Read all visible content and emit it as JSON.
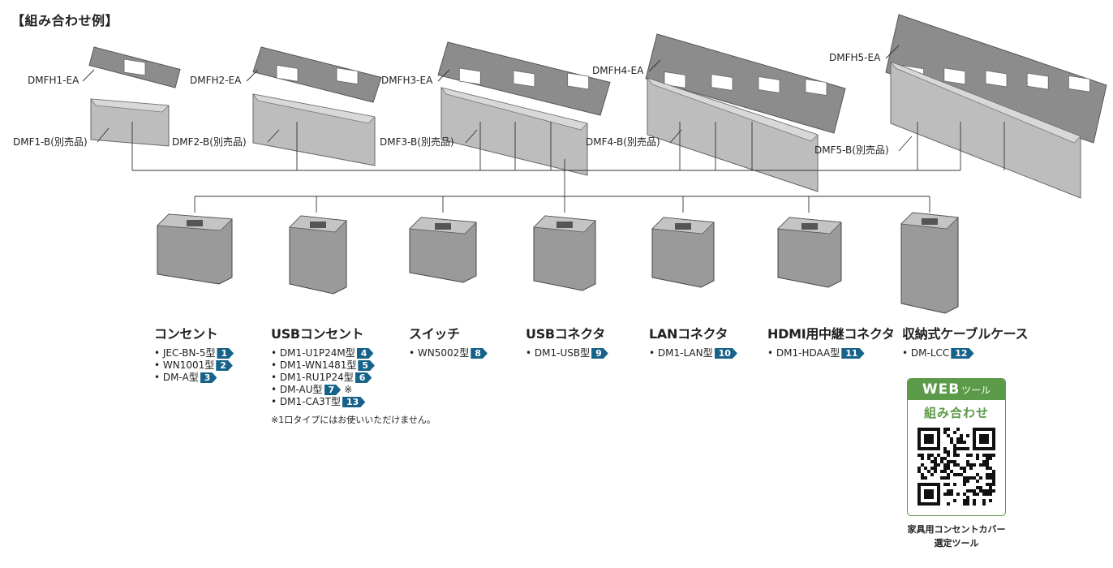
{
  "heading": "【組み合わせ例】",
  "plate_labels": {
    "dmfh1": "DMFH1-EA",
    "dmfh2": "DMFH2-EA",
    "dmfh3": "DMFH3-EA",
    "dmfh4": "DMFH4-EA",
    "dmfh5": "DMFH5-EA",
    "dmf1": "DMF1-B(別売品)",
    "dmf2": "DMF2-B(別売品)",
    "dmf3": "DMF3-B(別売品)",
    "dmf4": "DMF4-B(別売品)",
    "dmf5": "DMF5-B(別売品)"
  },
  "products": [
    {
      "name": "コンセント",
      "models": [
        {
          "text": "• JEC-BN-5型",
          "badge": "1"
        },
        {
          "text": "• WN1001型",
          "badge": "2"
        },
        {
          "text": "• DM-A型",
          "badge": "3"
        }
      ]
    },
    {
      "name": "USBコンセント",
      "models": [
        {
          "text": "• DM1-U1P24M型",
          "badge": "4"
        },
        {
          "text": "• DM1-WN1481型",
          "badge": "5"
        },
        {
          "text": "• DM1-RU1P24型",
          "badge": "6"
        },
        {
          "text": "• DM-AU型",
          "badge": "7",
          "mark": "※"
        },
        {
          "text": "• DM1-CA3T型",
          "badge": "13"
        }
      ],
      "note": "※1口タイプにはお使いいただけません。"
    },
    {
      "name": "スイッチ",
      "models": [
        {
          "text": "• WN5002型",
          "badge": "8"
        }
      ]
    },
    {
      "name": "USBコネクタ",
      "models": [
        {
          "text": "• DM1-USB型",
          "badge": "9"
        }
      ]
    },
    {
      "name": "LANコネクタ",
      "models": [
        {
          "text": "• DM1-LAN型",
          "badge": "10"
        }
      ]
    },
    {
      "name": "HDMI用中継コネクタ",
      "models": [
        {
          "text": "• DM1-HDAA型",
          "badge": "11"
        }
      ]
    },
    {
      "name": "収納式ケーブルケース",
      "models": [
        {
          "text": "• DM-LCC",
          "badge": "12"
        }
      ]
    }
  ],
  "web_tool": {
    "head_big": "WEB",
    "head_small": "ツール",
    "sub": "組み合わせ",
    "caption_line1": "家具用コンセントカバー",
    "caption_line2": "選定ツール"
  },
  "colors": {
    "badge": "#16628a",
    "web_green": "#5a9a48",
    "plate": "#8c8c8c",
    "frame": "#bdbdbd"
  }
}
